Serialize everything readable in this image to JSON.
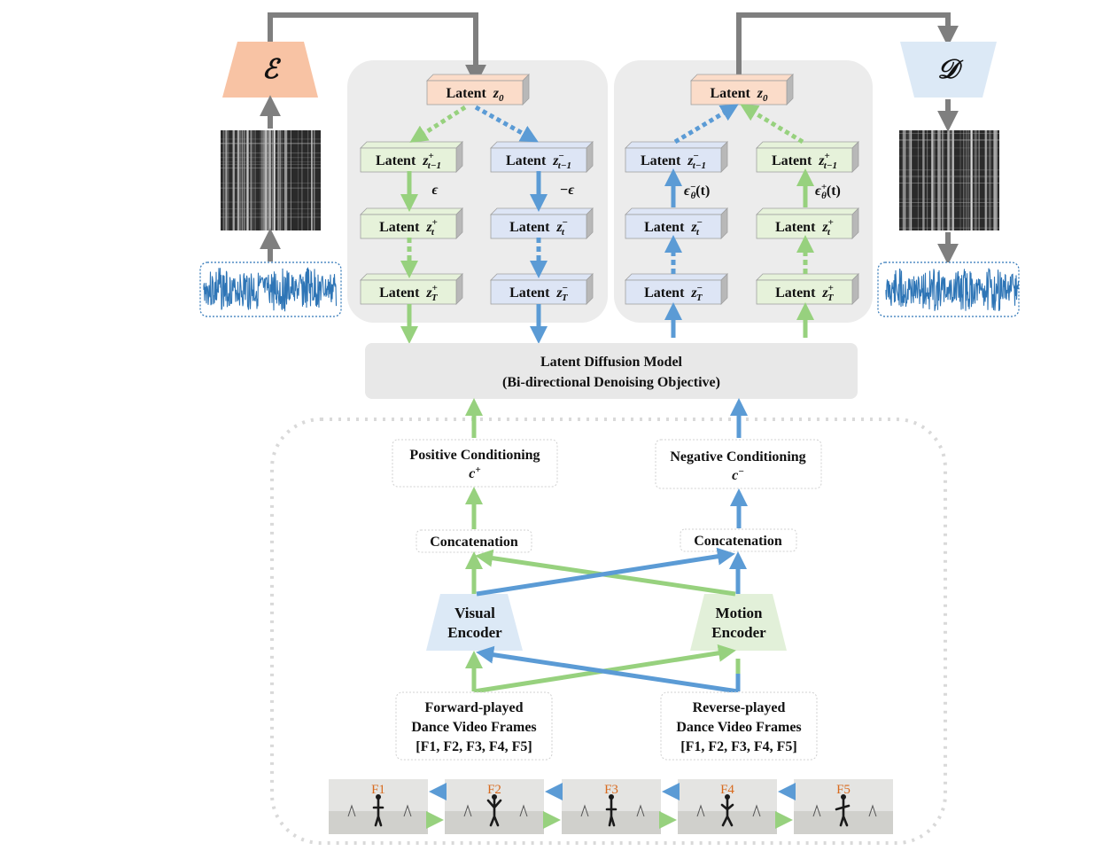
{
  "encoder": {
    "symbol": "ℰ",
    "color": "#f8c3a4"
  },
  "decoder": {
    "symbol": "𝒟",
    "color": "#dce9f6"
  },
  "colors": {
    "positive": "#97d17e",
    "negative": "#5b9bd5",
    "gray_arrow": "#7f7f7f",
    "panel": "#ececec",
    "z0_fill": "#fbdcc9",
    "pos_fill": "#e6f2da",
    "neg_fill": "#dde5f5"
  },
  "latent_word": "Latent",
  "latent_z": "z",
  "left_panel": {
    "top": {
      "sub": "0"
    },
    "pos_chain": [
      {
        "sup": "+",
        "sub": "t−1"
      },
      {
        "sup": "+",
        "sub": "t"
      },
      {
        "sup": "+",
        "sub": "T"
      }
    ],
    "neg_chain": [
      {
        "sup": "−",
        "sub": "t−1"
      },
      {
        "sup": "−",
        "sub": "t"
      },
      {
        "sup": "−",
        "sub": "T"
      }
    ],
    "pos_noise": "ϵ",
    "neg_noise": "−ϵ"
  },
  "right_panel": {
    "top": {
      "sub": "0"
    },
    "neg_chain": [
      {
        "sup": "−",
        "sub": "t−1"
      },
      {
        "sup": "−",
        "sub": "t"
      },
      {
        "sup": "−",
        "sub": "T"
      }
    ],
    "pos_chain": [
      {
        "sup": "+",
        "sub": "t−1"
      },
      {
        "sup": "+",
        "sub": "t"
      },
      {
        "sup": "+",
        "sub": "T"
      }
    ],
    "neg_eps": {
      "base": "ϵ",
      "sup": "−",
      "sub": "θ",
      "arg": "(t)"
    },
    "pos_eps": {
      "base": "ϵ",
      "sup": "+",
      "sub": "θ",
      "arg": "(t)"
    }
  },
  "ldm": {
    "line1": "Latent Diffusion Model",
    "line2": "(Bi-directional Denoising Objective)"
  },
  "pos_cond": {
    "line1": "Positive Conditioning",
    "sym": "c",
    "sup": "+"
  },
  "neg_cond": {
    "line1": "Negative Conditioning",
    "sym": "c",
    "sup": "−"
  },
  "concat_label": "Concatenation",
  "visual_encoder": {
    "line1": "Visual",
    "line2": "Encoder"
  },
  "motion_encoder": {
    "line1": "Motion",
    "line2": "Encoder"
  },
  "forward": {
    "line1": "Forward-played",
    "line2": "Dance Video Frames",
    "line3": "[F1, F2, F3, F4, F5]"
  },
  "reverse": {
    "line1": "Reverse-played",
    "line2": "Dance Video Frames",
    "line3": "[F1, F2, F3, F4, F5]"
  },
  "frames": [
    "F1",
    "F2",
    "F3",
    "F4",
    "F5"
  ]
}
